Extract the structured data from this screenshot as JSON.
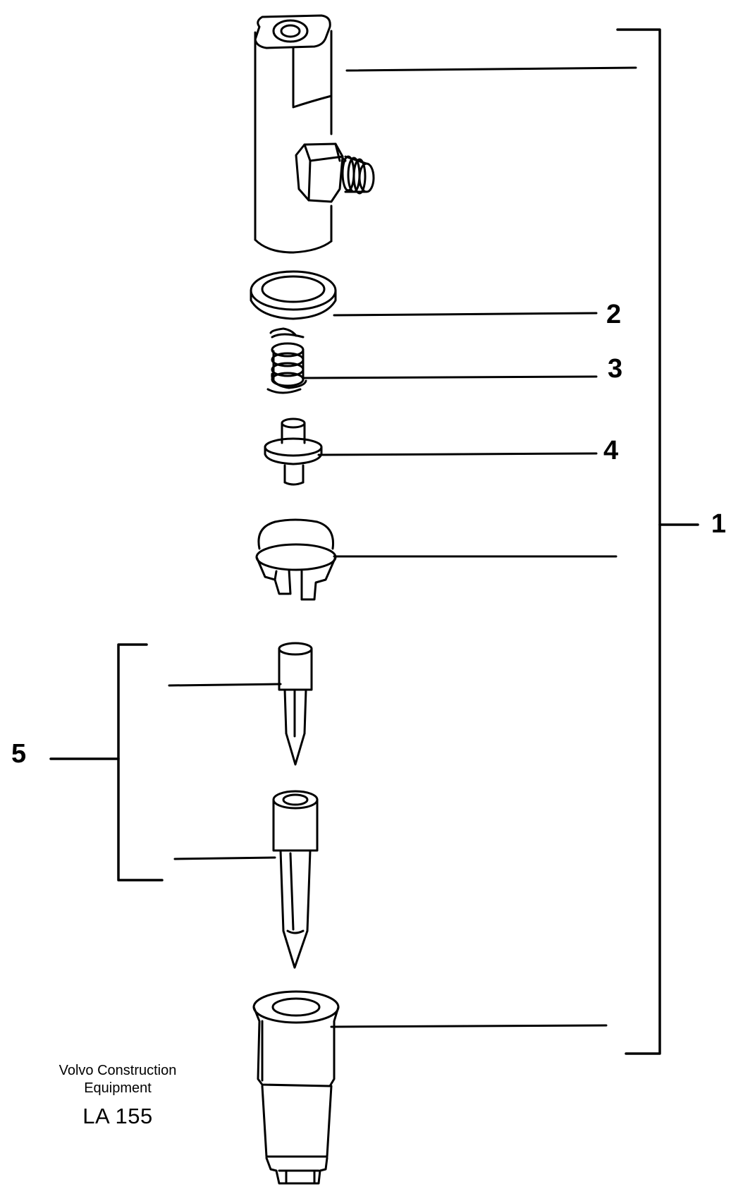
{
  "callouts": {
    "item_1": "1",
    "item_2": "2",
    "item_3": "3",
    "item_4": "4",
    "item_5": "5"
  },
  "credit": {
    "company_line1": "Volvo Construction",
    "company_line2": "Equipment",
    "figure_code": "LA 155"
  },
  "colors": {
    "ink": "#000000",
    "paper": "#ffffff"
  }
}
